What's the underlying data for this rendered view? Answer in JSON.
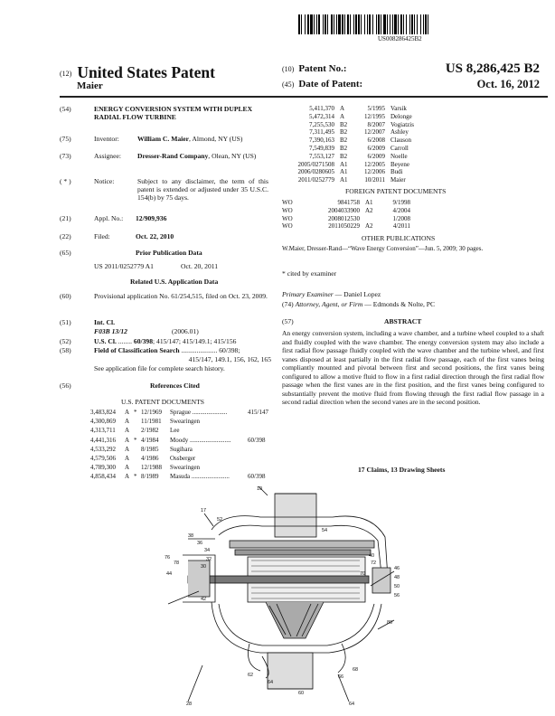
{
  "barcode_text": "US008286425B2",
  "header": {
    "code12": "(12)",
    "title": "United States Patent",
    "inventor_short": "Maier",
    "code10": "(10)",
    "patent_no_label": "Patent No.:",
    "patent_no": "US 8,286,425 B2",
    "code45": "(45)",
    "date_label": "Date of Patent:",
    "date": "Oct. 16, 2012"
  },
  "left": {
    "f54": {
      "code": "(54)",
      "text": "ENERGY CONVERSION SYSTEM WITH DUPLEX RADIAL FLOW TURBINE"
    },
    "f75": {
      "code": "(75)",
      "label": "Inventor:",
      "name": "William C. Maier",
      "rest": ", Almond, NY (US)"
    },
    "f73": {
      "code": "(73)",
      "label": "Assignee:",
      "name": "Dresser-Rand Company",
      "rest": ", Olean, NY (US)"
    },
    "notice": {
      "code": "( * )",
      "label": "Notice:",
      "text": "Subject to any disclaimer, the term of this patent is extended or adjusted under 35 U.S.C. 154(b) by 75 days."
    },
    "f21": {
      "code": "(21)",
      "label": "Appl. No.:",
      "value": "12/909,936"
    },
    "f22": {
      "code": "(22)",
      "label": "Filed:",
      "value": "Oct. 22, 2010"
    },
    "f65": {
      "code": "(65)",
      "heading": "Prior Publication Data",
      "pub": "US 2011/0252779 A1",
      "date": "Oct. 20, 2011"
    },
    "related_heading": "Related U.S. Application Data",
    "f60": {
      "code": "(60)",
      "text": "Provisional application No. 61/254,515, filed on Oct. 23, 2009."
    },
    "f51": {
      "code": "(51)",
      "label": "Int. Cl.",
      "class": "F03B 13/12",
      "year": "(2006.01)"
    },
    "f52": {
      "code": "(52)",
      "label": "U.S. Cl.",
      "dots": " ........",
      "value": "60/398",
      "rest": "; 415/147; 415/149.1; 415/156"
    },
    "f58": {
      "code": "(58)",
      "label": "Field of Classification Search",
      "dots": " .....................",
      "value": "60/398;",
      "line2": "415/147, 149.1, 156, 162, 165",
      "line3": "See application file for complete search history."
    },
    "f56": {
      "code": "(56)",
      "heading": "References Cited"
    },
    "us_docs_heading": "U.S. PATENT DOCUMENTS",
    "us_docs": [
      {
        "no": "3,483,824",
        "kind": "A",
        "star": "*",
        "date": "12/1969",
        "name": "Sprague",
        "dots": "......................",
        "cls": "415/147"
      },
      {
        "no": "4,300,869",
        "kind": "A",
        "star": "",
        "date": "11/1981",
        "name": "Swearingen",
        "dots": "",
        "cls": ""
      },
      {
        "no": "4,313,711",
        "kind": "A",
        "star": "",
        "date": "2/1982",
        "name": "Lee",
        "dots": "",
        "cls": ""
      },
      {
        "no": "4,441,316",
        "kind": "A",
        "star": "*",
        "date": "4/1984",
        "name": "Moody",
        "dots": "..........................",
        "cls": "60/398"
      },
      {
        "no": "4,533,292",
        "kind": "A",
        "star": "",
        "date": "8/1985",
        "name": "Sugihara",
        "dots": "",
        "cls": ""
      },
      {
        "no": "4,579,506",
        "kind": "A",
        "star": "",
        "date": "4/1986",
        "name": "Ossberger",
        "dots": "",
        "cls": ""
      },
      {
        "no": "4,789,300",
        "kind": "A",
        "star": "",
        "date": "12/1988",
        "name": "Swearingen",
        "dots": "",
        "cls": ""
      },
      {
        "no": "4,858,434",
        "kind": "A",
        "star": "*",
        "date": "8/1989",
        "name": "Masuda",
        "dots": "........................",
        "cls": "60/398"
      }
    ]
  },
  "right": {
    "us_docs": [
      {
        "no": "5,411,370",
        "kind": "A",
        "date": "5/1995",
        "name": "Varsik"
      },
      {
        "no": "5,472,314",
        "kind": "A",
        "date": "12/1995",
        "name": "Delonge"
      },
      {
        "no": "7,255,530",
        "kind": "B2",
        "date": "8/2007",
        "name": "Vogiatzis"
      },
      {
        "no": "7,311,495",
        "kind": "B2",
        "date": "12/2007",
        "name": "Ashley"
      },
      {
        "no": "7,390,163",
        "kind": "B2",
        "date": "6/2008",
        "name": "Clauson"
      },
      {
        "no": "7,549,839",
        "kind": "B2",
        "date": "6/2009",
        "name": "Carroll"
      },
      {
        "no": "7,553,127",
        "kind": "B2",
        "date": "6/2009",
        "name": "Noelle"
      },
      {
        "no": "2005/0271508",
        "kind": "A1",
        "date": "12/2005",
        "name": "Beyene"
      },
      {
        "no": "2006/0280605",
        "kind": "A1",
        "date": "12/2006",
        "name": "Budi"
      },
      {
        "no": "2011/0252779",
        "kind": "A1",
        "date": "10/2011",
        "name": "Maier"
      }
    ],
    "foreign_heading": "FOREIGN PATENT DOCUMENTS",
    "foreign_docs": [
      {
        "country": "WO",
        "no": "9841758",
        "kind": "A1",
        "date": "9/1998"
      },
      {
        "country": "WO",
        "no": "2004033900",
        "kind": "A2",
        "date": "4/2004"
      },
      {
        "country": "WO",
        "no": "2008012530",
        "kind": "",
        "date": "1/2008"
      },
      {
        "country": "WO",
        "no": "2011050229",
        "kind": "A2",
        "date": "4/2011"
      }
    ],
    "other_heading": "OTHER PUBLICATIONS",
    "other_text": "W.Maier, Dresser-Rand—“Wave Energy Conversion”—Jun. 5, 2009; 30 pages.",
    "cited": "* cited by examiner",
    "examiner_label": "Primary Examiner",
    "examiner": " — Daniel Lopez",
    "attorney_code": "(74)",
    "attorney_label": "Attorney, Agent, or Firm",
    "attorney": " — Edmonds & Nolte, PC",
    "abstract_code": "(57)",
    "abstract_heading": "ABSTRACT",
    "abstract": "An energy conversion system, including a wave chamber, and a turbine wheel coupled to a shaft and fluidly coupled with the wave chamber. The energy conversion system may also include a first radial flow passage fluidly coupled with the wave chamber and the turbine wheel, and first vanes disposed at least partially in the first radial flow passage, each of the first vanes being compliantly mounted and pivotal between first and second positions, the first vanes being configured to allow a motive fluid to flow in a first radial direction through the first radial flow passage when the first vanes are in the first position, and the first vanes being configured to substantially prevent the motive fluid from flowing through the first radial flow passage in a second radial direction when the second vanes are in the second position.",
    "claims": "17 Claims, 13 Drawing Sheets"
  },
  "drawing_labels": [
    "10",
    "17",
    "52",
    "54",
    "38",
    "36",
    "34",
    "32",
    "30",
    "44",
    "76",
    "78",
    "70",
    "72",
    "40",
    "46",
    "48",
    "50",
    "56",
    "42",
    "62",
    "64",
    "66",
    "68",
    "60",
    "28",
    "80",
    "64"
  ]
}
